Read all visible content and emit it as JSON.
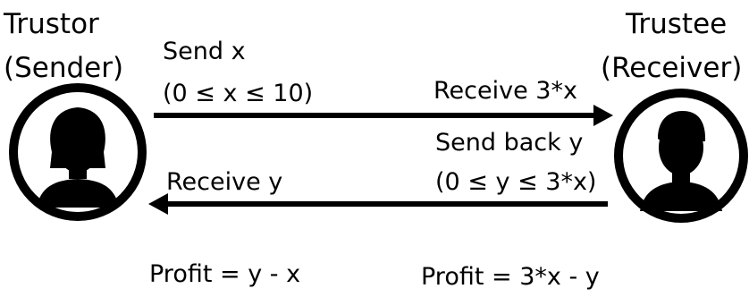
{
  "trustor": {
    "title": "Trustor",
    "role": "(Sender)"
  },
  "trustee": {
    "title": "Trustee",
    "role": "(Receiver)"
  },
  "send_x": {
    "line1": "Send x",
    "line2": "(0 ≤ x ≤ 10)"
  },
  "receive_3x": "Receive 3*x",
  "send_back_y": {
    "line1": "Send back y",
    "line2": "(0 ≤ y ≤ 3*x)"
  },
  "receive_y": "Receive y",
  "profit_trustor": "Profit = y - x",
  "profit_trustee": "Profit = 3*x - y",
  "icons": {
    "trustor": "female-person-icon",
    "trustee": "male-person-icon"
  }
}
